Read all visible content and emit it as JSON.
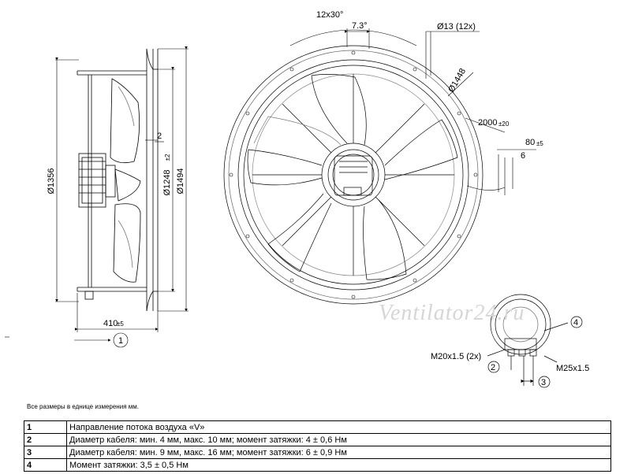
{
  "dimensions": {
    "side_height_outer": "Ø1356",
    "flange_height": "Ø1248",
    "flange_tol": "±2",
    "frame_height": "Ø1494",
    "depth": "410",
    "depth_tol": "±5",
    "small_gap": "2",
    "angle_pitch": "12x30°",
    "angle_offset": "7.3°",
    "holes": "Ø13 (12x)",
    "bolt_circle": "Ø1448",
    "cable_len": "2000",
    "cable_len_tol": "±20",
    "strip_len": "80",
    "strip_len_tol": "±5",
    "strip_small": "6",
    "gland_m20": "M20x1.5 (2x)",
    "gland_m25": "M25x1.5"
  },
  "callouts": {
    "airflow": "1",
    "cable_a": "2",
    "cable_b": "3",
    "torque": "4"
  },
  "watermark": "Ventilator24.ru",
  "note": "Все размеры в еднице измерения мм.",
  "legend": [
    {
      "num": "1",
      "text": "Направление потока воздуха «V»"
    },
    {
      "num": "2",
      "text": "Диаметр кабеля: мин. 4 мм, макс. 10 мм; момент затяжки: 4 ± 0,6 Нм"
    },
    {
      "num": "3",
      "text": "Диаметр кабеля: мин. 9 мм, макс. 16 мм; момент затяжки: 6 ± 0,9 Нм"
    },
    {
      "num": "4",
      "text": "Момент затяжки: 3,5 ± 0,5 Нм"
    }
  ],
  "colors": {
    "line": "#000000",
    "thin": "#555555",
    "watermark": "#d6d6d6"
  }
}
